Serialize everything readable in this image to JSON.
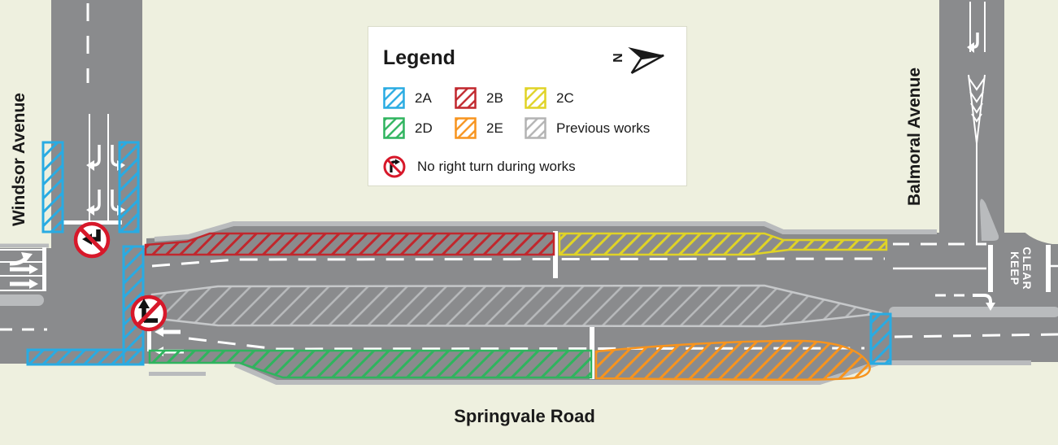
{
  "streets": {
    "windsor": "Windsor Avenue",
    "balmoral": "Balmoral Avenue",
    "springvale": "Springvale Road"
  },
  "road_markings": {
    "keep_clear_word1": "KEEP",
    "keep_clear_word2": "CLEAR"
  },
  "legend": {
    "title": "Legend",
    "north_label": "N",
    "entries": [
      {
        "label": "2A",
        "color": "#29abe2"
      },
      {
        "label": "2B",
        "color": "#c1272d"
      },
      {
        "label": "2C",
        "color": "#e0d326"
      },
      {
        "label": "2D",
        "color": "#2fb45e"
      },
      {
        "label": "2E",
        "color": "#f7941e"
      },
      {
        "label": "Previous works",
        "color": "#b3b3b3"
      }
    ],
    "note": "No right turn during works"
  },
  "colors": {
    "background": "#eef0df",
    "road": "#8a8b8d",
    "curb": "#b9bbbd",
    "marking_white": "#ffffff",
    "sign_red": "#d7182a"
  }
}
